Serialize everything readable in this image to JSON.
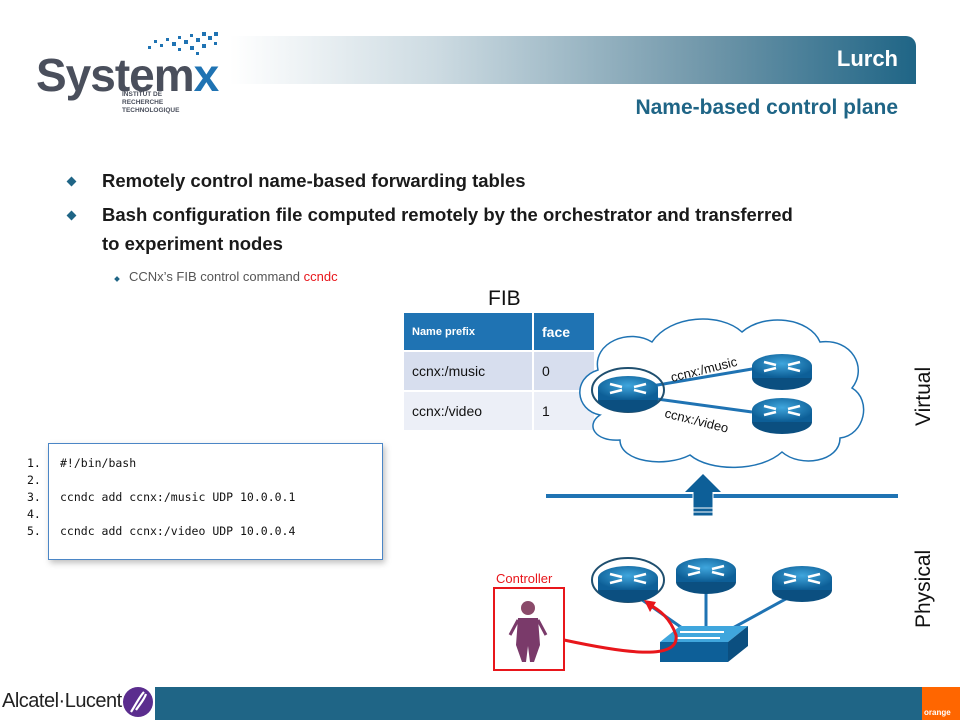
{
  "header": {
    "section": "Lurch",
    "title": "Name-based control plane"
  },
  "logo": {
    "name": "System",
    "mark": "x",
    "subtitle_line1": "INSTITUT DE RECHERCHE",
    "subtitle_line2": "TECHNOLOGIQUE"
  },
  "bullets": [
    {
      "text": "Remotely control name-based forwarding tables"
    },
    {
      "text": "Bash configuration file computed remotely by the orchestrator and transferred"
    },
    {
      "text": "to experiment nodes"
    }
  ],
  "sub_bullet": {
    "text": "CCNx’s FIB control command",
    "highlight": "ccndc"
  },
  "fib": {
    "title": "FIB",
    "headers": [
      "Name prefix",
      "face"
    ],
    "rows": [
      [
        "ccnx:/music",
        "0"
      ],
      [
        "ccnx:/video",
        "1"
      ]
    ]
  },
  "code": {
    "lines": [
      {
        "num": "1.",
        "text": "#!/bin/bash"
      },
      {
        "num": "2.",
        "text": ""
      },
      {
        "num": "3.",
        "text": "ccndc add ccnx:/music UDP 10.0.0.1"
      },
      {
        "num": "4.",
        "text": ""
      },
      {
        "num": "5.",
        "text": "ccndc add ccnx:/video UDP 10.0.0.4"
      }
    ]
  },
  "diagram": {
    "link_music": "ccnx:/music",
    "link_video": "ccnx:/video",
    "virtual": "Virtual",
    "physical": "Physical",
    "controller": "Controller"
  },
  "footer": {
    "left_brand": "Alcatel·Lucent",
    "right_brand": "orange"
  },
  "colors": {
    "accent": "#1f6586",
    "table_header": "#1f73b3",
    "highlight": "#e8161b",
    "orange": "#ff6600"
  }
}
